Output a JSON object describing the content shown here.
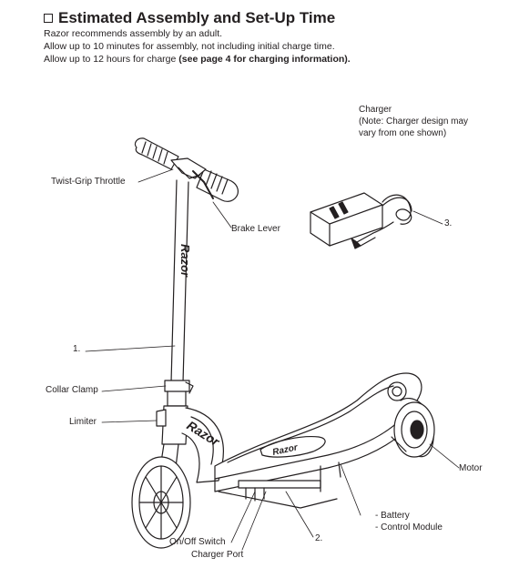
{
  "section": {
    "title": "Estimated Assembly and Set-Up Time",
    "lines": [
      "Razor recommends assembly by an adult.",
      "Allow up to 10 minutes for assembly, not including initial charge time."
    ],
    "charge_prefix": "Allow up to 12 hours for charge ",
    "charge_bold": "(see page 4 for charging information)."
  },
  "labels": {
    "charger_title": "Charger",
    "charger_note1": "(Note: Charger design may",
    "charger_note2": "vary from one shown)",
    "twist_grip": "Twist-Grip Throttle",
    "brake_lever": "Brake Lever",
    "num3": "3.",
    "num1": "1.",
    "collar_clamp": "Collar Clamp",
    "limiter": "Limiter",
    "motor": "Motor",
    "battery": "- Battery",
    "control_module": "- Control Module",
    "num2": "2.",
    "on_off": "On/Off Switch",
    "charger_port": "Charger Port"
  },
  "branding": [
    "Razor",
    "Razor",
    "Razor"
  ]
}
